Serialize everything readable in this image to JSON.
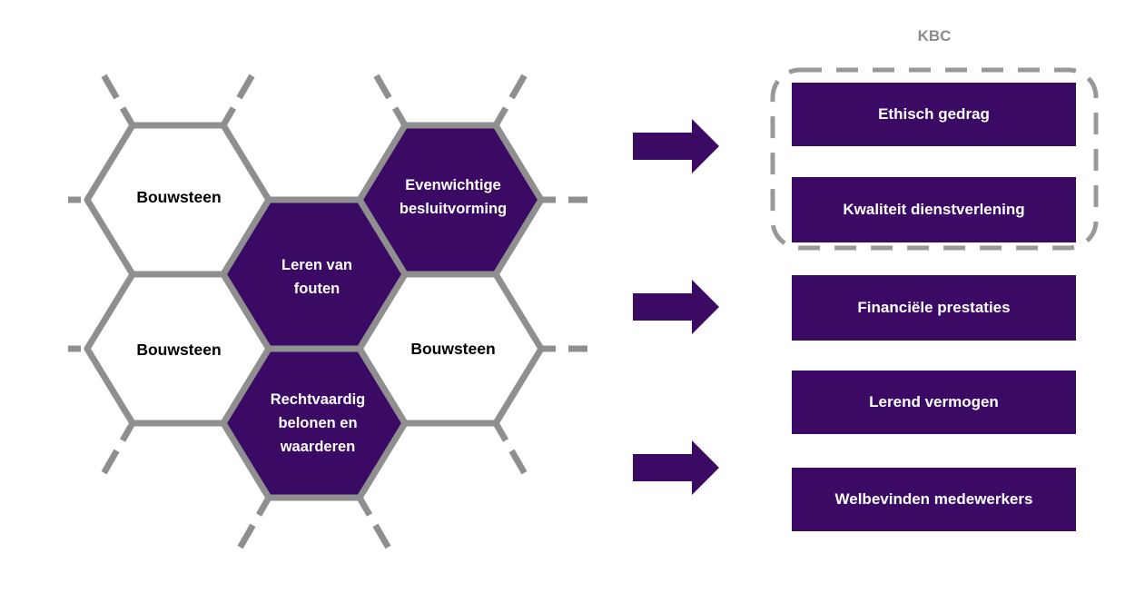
{
  "honeycomb": {
    "hexagons": {
      "bouwsteen_top_left": "Bouwsteen",
      "bouwsteen_mid_left": "Bouwsteen",
      "bouwsteen_mid_right": "Bouwsteen",
      "leren_van_fouten": "Leren van fouten",
      "evenwichtige_besluitvorming": "Evenwichtige besluitvorming",
      "rechtvaardig_belonen": "Rechtvaardig belonen en waarderen"
    }
  },
  "kbc_group": {
    "title": "KBC",
    "boxes": {
      "ethisch_gedrag": "Ethisch gedrag",
      "kwaliteit_dienstverlening": "Kwaliteit dienstverlening"
    }
  },
  "result_boxes": {
    "financiele_prestaties": "Financiële prestaties",
    "lerend_vermogen": "Lerend vermogen",
    "welbevinden_medewerkers": "Welbevinden medewerkers"
  },
  "colors": {
    "highlight_purple": "#3B0A64",
    "line_gray": "#8F8F8F",
    "kbc_label_gray": "#8C8C8C"
  }
}
